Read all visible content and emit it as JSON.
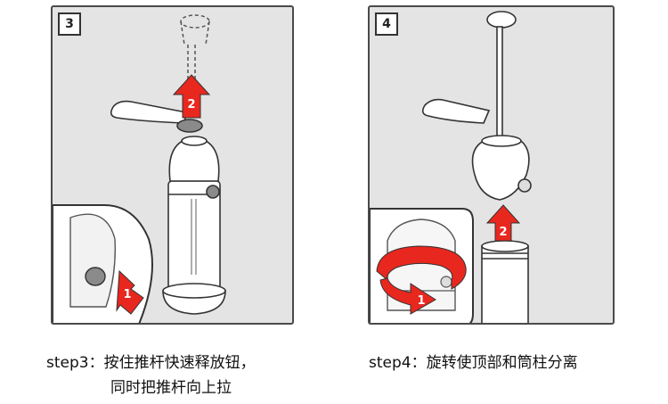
{
  "panels": [
    {
      "step_number": "3",
      "caption_line1": "step3：按住推杆快速释放钮，",
      "caption_line2": "同时把推杆向上拉"
    },
    {
      "step_number": "4",
      "caption_line1": "step4：旋转使顶部和筒柱分离"
    }
  ],
  "arrows": {
    "arrow_a": "2",
    "arrow_b": "1",
    "arrow_c": "2",
    "arrow_d": "1"
  },
  "colors": {
    "arrow_red": "#e8271f",
    "panel_bg": "#e4e4e4",
    "line": "#3a3a3a",
    "part_white": "#ffffff",
    "button_gray": "#8a8a8a"
  },
  "icons": [
    "cookie-press-device",
    "up-arrow-icon",
    "push-arrow-icon",
    "rotate-arrow-icon"
  ]
}
